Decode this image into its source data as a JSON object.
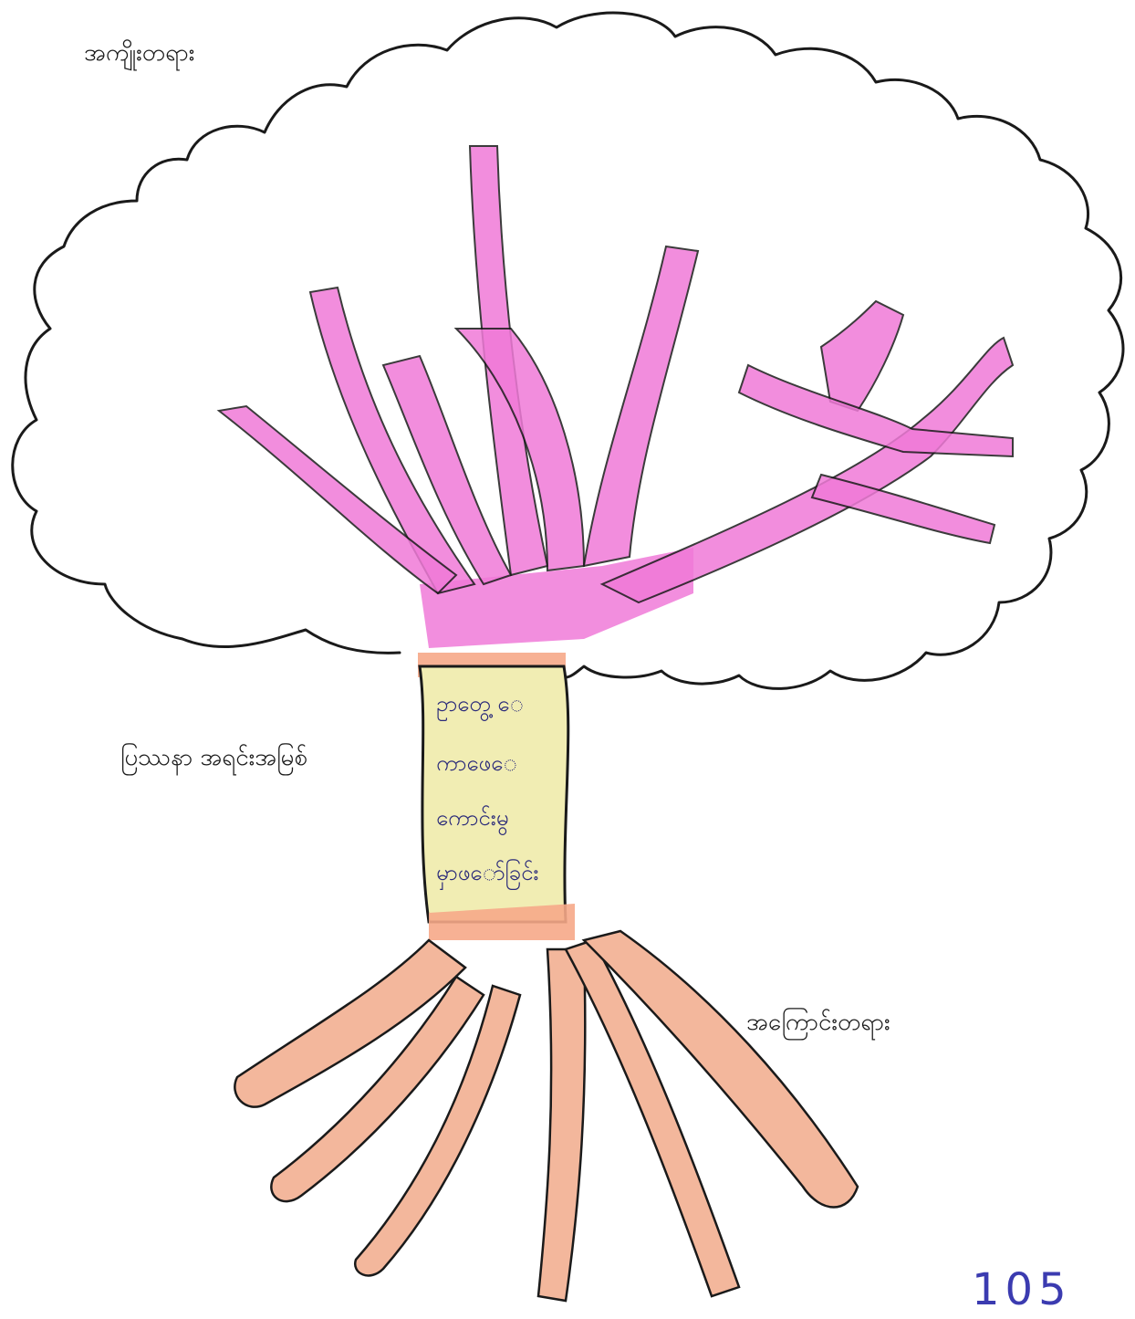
{
  "labels": {
    "fruits": "အကျိုးတရား",
    "problem": "ပြဿနာ အရင်းအမြစ်",
    "causes": "အကြောင်းတရား"
  },
  "trunk_lines": [
    "ဥာတွေ့ ‌ေ",
    "ကာဖေ‌ေ",
    "ကောင်းမွ",
    "မှာဖ‌ော်ခြင်း"
  ],
  "page_number": "105",
  "colors": {
    "branches": "#f07ad8",
    "trunk": "#f1edb3",
    "trunk_band": "#f6a888",
    "roots": "#f3b79c",
    "ink": "#1a1a1a",
    "handwriting": "#2b2b7a"
  }
}
